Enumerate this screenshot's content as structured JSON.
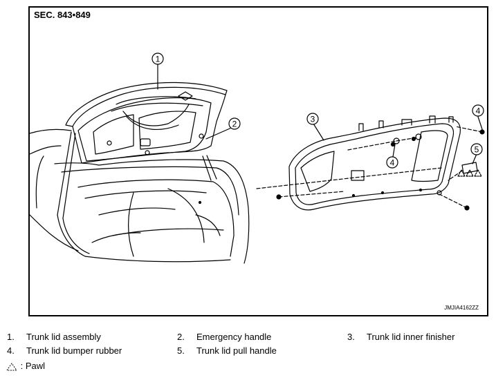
{
  "section": "SEC. 843•849",
  "image_code": "JMJIA4162ZZ",
  "callouts": [
    "1",
    "2",
    "3",
    "4",
    "5",
    "4"
  ],
  "legend": [
    {
      "num": "1.",
      "text": "Trunk lid assembly"
    },
    {
      "num": "2.",
      "text": "Emergency handle"
    },
    {
      "num": "3.",
      "text": "Trunk lid inner finisher"
    },
    {
      "num": "4.",
      "text": "Trunk lid bumper rubber"
    },
    {
      "num": "5.",
      "text": "Trunk lid pull handle"
    }
  ],
  "pawl_label": ": Pawl"
}
